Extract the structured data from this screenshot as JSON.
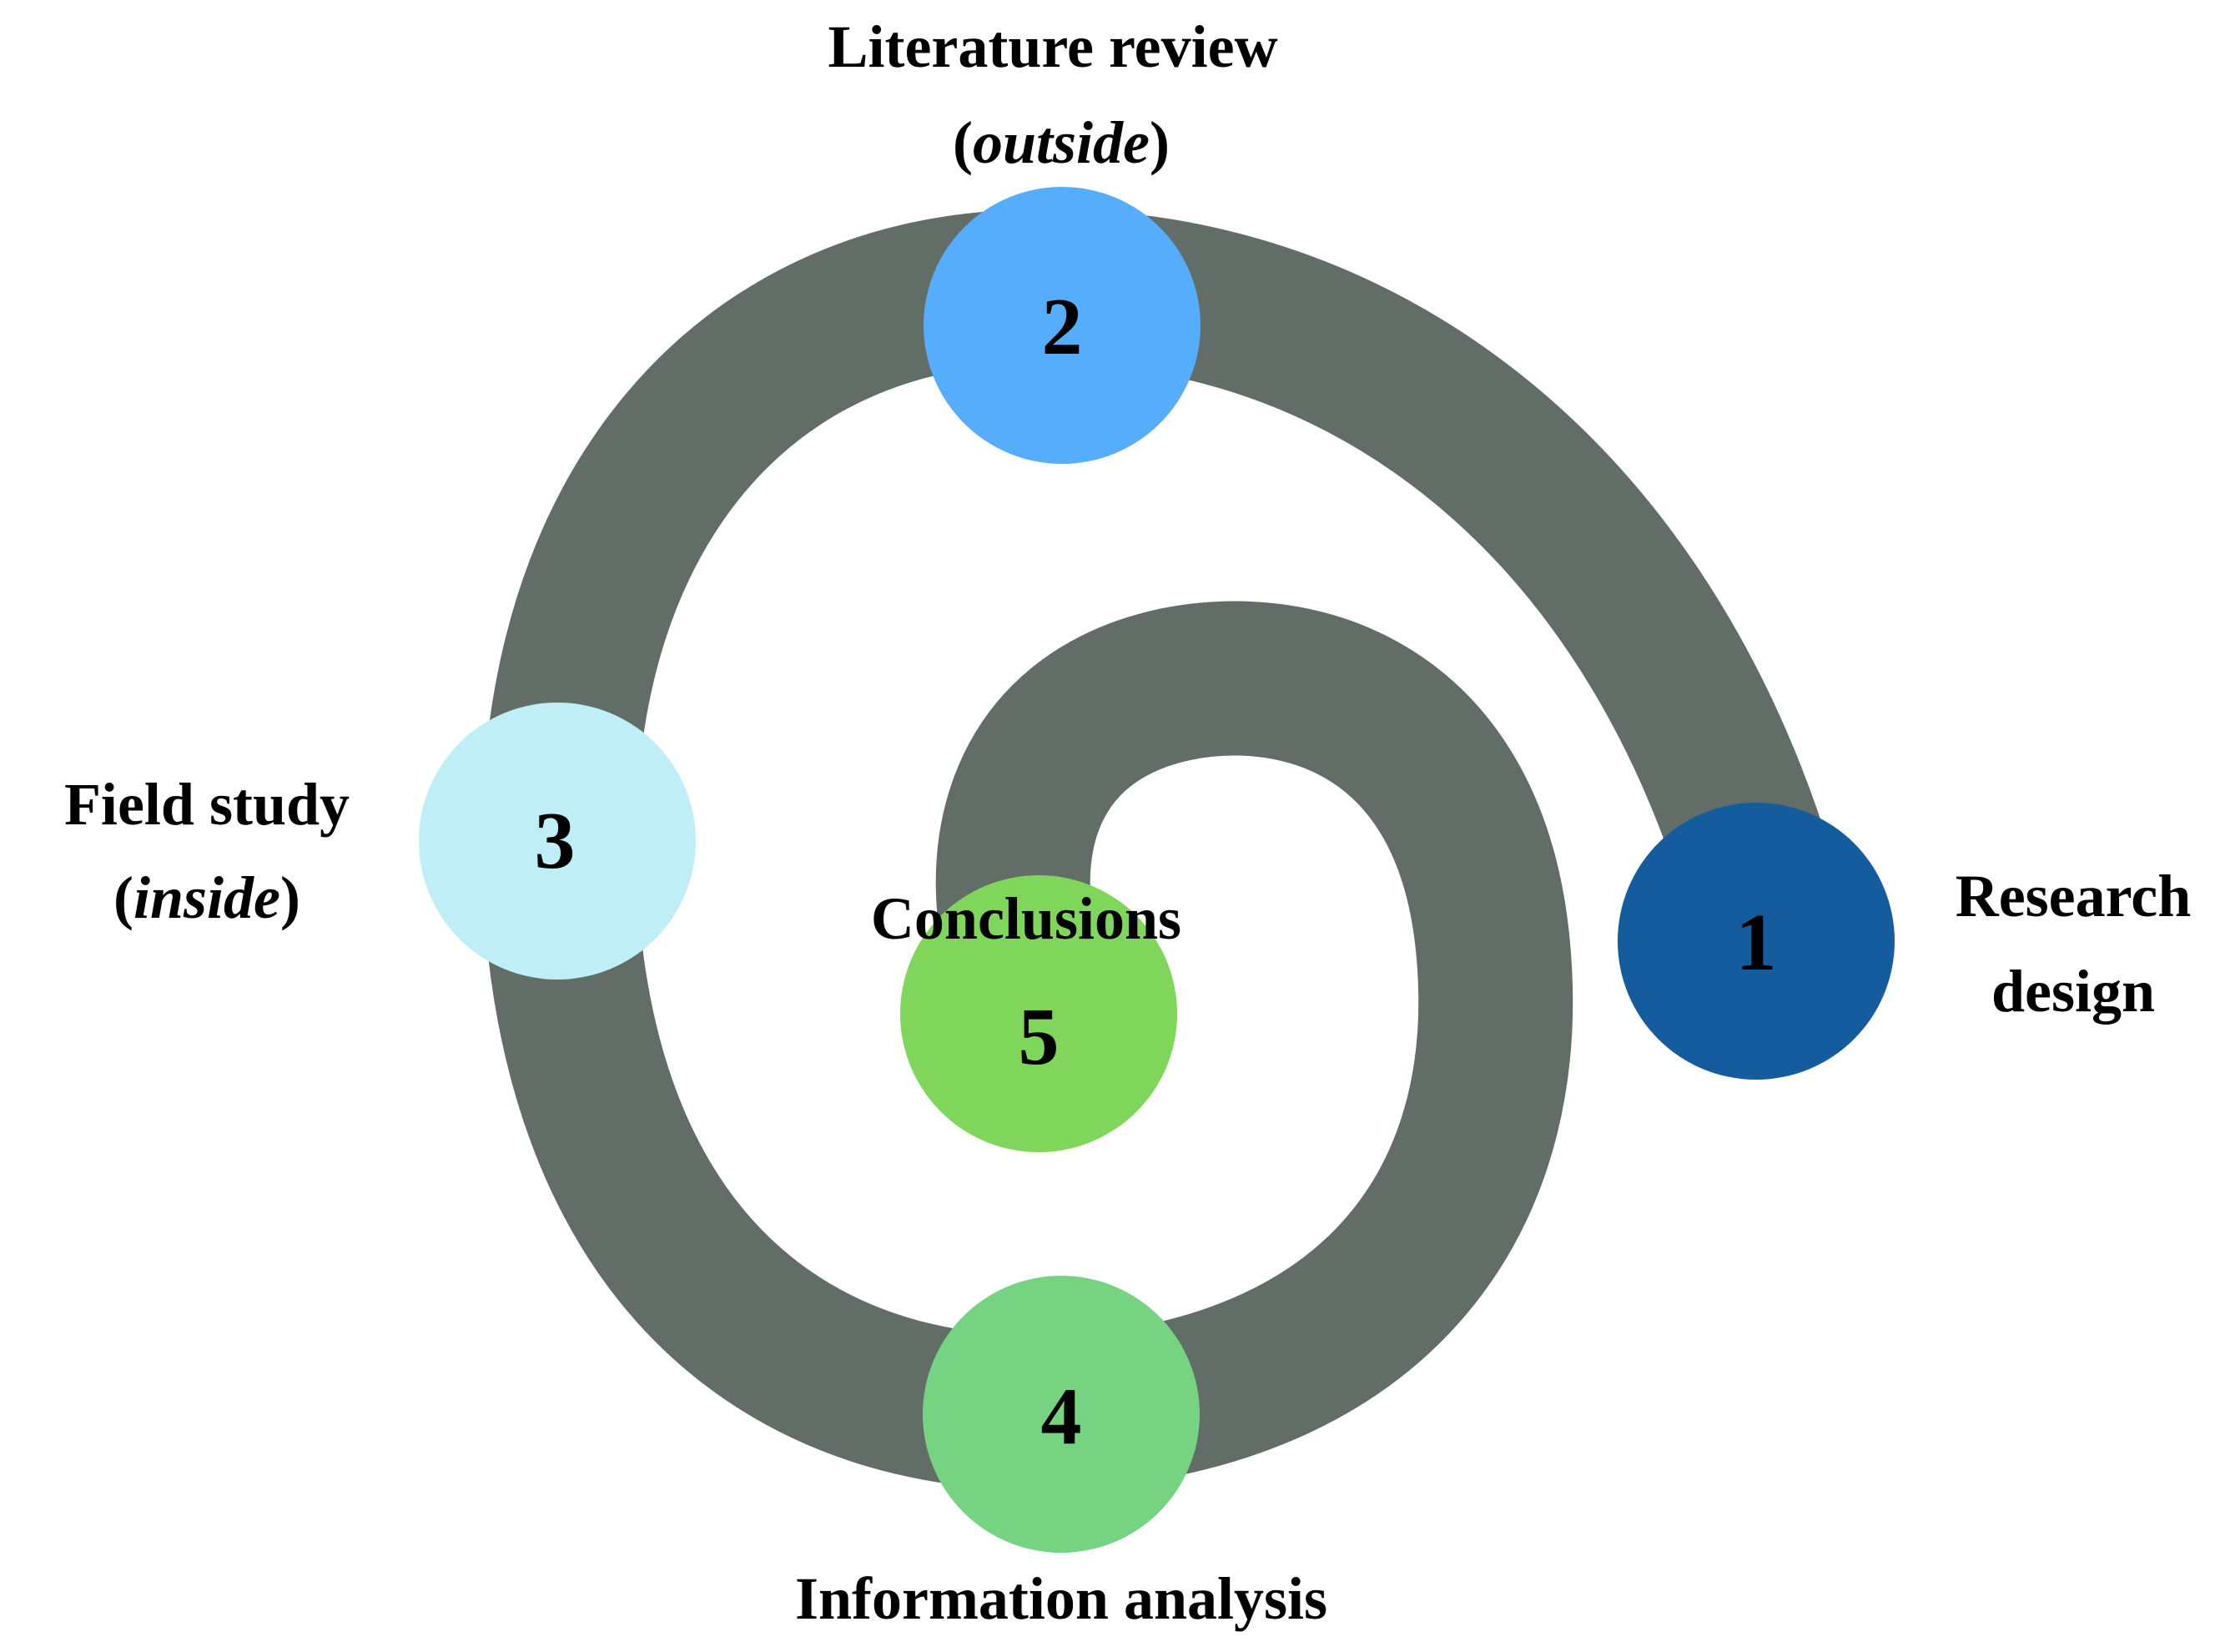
{
  "steps": [
    {
      "number": "1",
      "label_line1": "Research",
      "label_line2": "design",
      "color": "#155c9f"
    },
    {
      "number": "2",
      "label_line1": "Literature review",
      "label_note": "outside",
      "color": "#55adfb"
    },
    {
      "number": "3",
      "label_line1": "Field study",
      "label_note": "inside",
      "color": "#c0eef6"
    },
    {
      "number": "4",
      "label_line1": "Information analysis",
      "color": "#75d382"
    },
    {
      "number": "5",
      "label_line1": "Conclusions",
      "color": "#7fd65a"
    }
  ],
  "colors": {
    "spiral": "#626d68",
    "background": "#ffffff"
  }
}
